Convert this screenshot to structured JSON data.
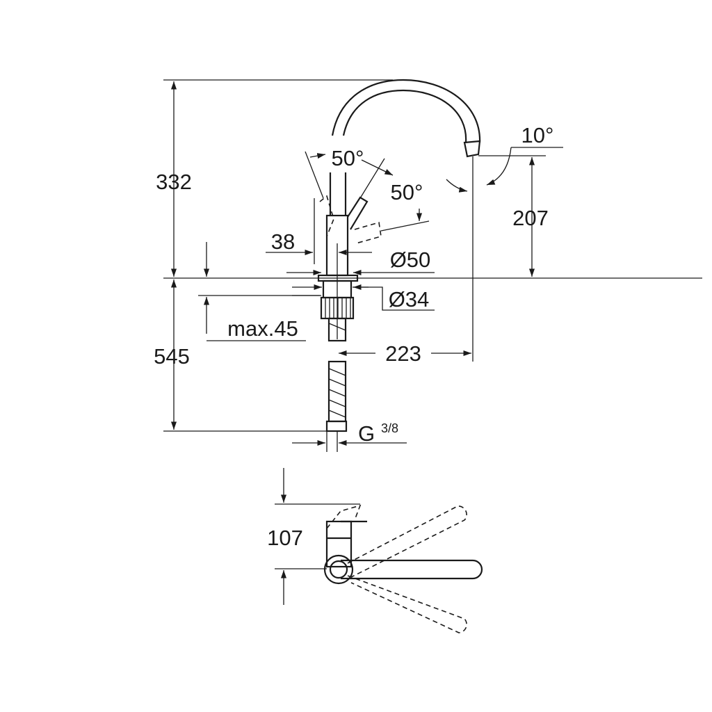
{
  "drawing": {
    "side_view": {
      "total_height": "332",
      "below_counter_length": "545",
      "lever_angle_left": "50°",
      "lever_angle_right": "50°",
      "spout_angle": "10°",
      "spout_height": "207",
      "lever_offset": "38",
      "body_diameter": "Ø50",
      "hole_diameter": "Ø34",
      "max_counter_thickness": "max.45",
      "spout_reach": "223",
      "connection_thread": "G",
      "connection_thread_size": "3/8"
    },
    "top_view": {
      "lever_clearance": "107"
    }
  }
}
